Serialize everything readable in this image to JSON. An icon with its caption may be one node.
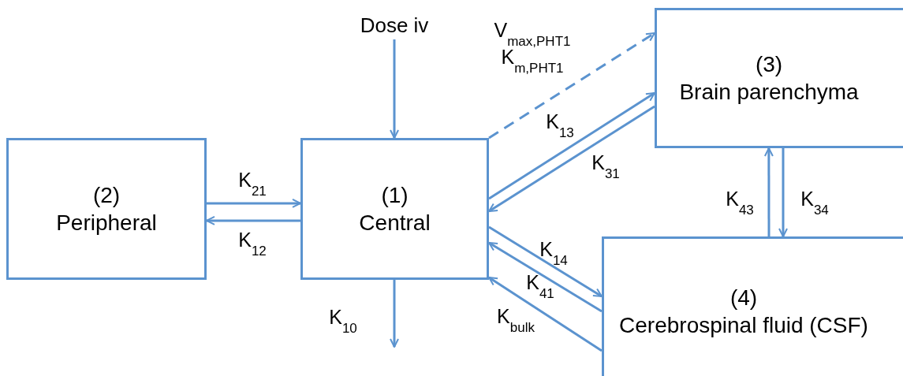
{
  "diagram": {
    "nodes": [
      {
        "text": [
          "Dose iv"
        ]
      },
      {
        "text": [
          "(2)",
          "Peripheral"
        ]
      },
      {
        "text": [
          "(1)",
          "Central"
        ]
      },
      {
        "text": [
          "(3)",
          "Brain parenchyma"
        ]
      },
      {
        "text": [
          "(4)",
          "Cerebrospinal fluid (CSF)"
        ]
      }
    ],
    "edges": [
      {
        "from": 0,
        "to": 2,
        "arrow": "to"
      },
      {
        "from": 1,
        "to": 2,
        "arrow": "to",
        "label": "K$_{21}$"
      },
      {
        "from": 2,
        "to": 1,
        "arrow": "to",
        "label": "K$_{12}$"
      },
      {
        "from": 2,
        "to": 3,
        "arrow": "to",
        "style": "dashed",
        "label": "V$_{max,PHT1}$ K$_{m,PHT1}$"
      },
      {
        "from": 2,
        "to": 3,
        "arrow": "to",
        "label": "K$_{13}$"
      },
      {
        "from": 3,
        "to": 2,
        "arrow": "to",
        "label": "K$_{31}$"
      },
      {
        "from": 4,
        "to": 3,
        "arrow": "to",
        "label": "K$_{43}$"
      },
      {
        "from": 3,
        "to": 4,
        "arrow": "to",
        "label": "K$_{34}$"
      },
      {
        "from": 2,
        "to": 4,
        "arrow": "to",
        "label": "K$_{14}$"
      },
      {
        "from": 4,
        "to": 2,
        "arrow": "to",
        "label": "K$_{41}$"
      },
      {
        "from": 4,
        "to": 2,
        "arrow": "to",
        "label": "K$_{bulk}$"
      },
      {
        "from": 2,
        "to": null,
        "arrow": "to",
        "label": "K$_{10}$"
      }
    ]
  }
}
